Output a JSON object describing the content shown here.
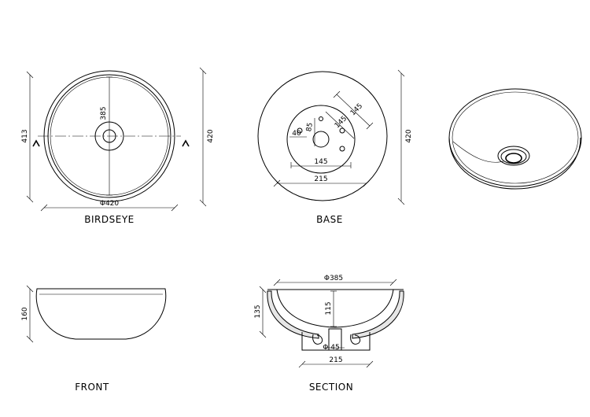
{
  "views": {
    "birdseye": {
      "title": "BIRDSEYE"
    },
    "base": {
      "title": "BASE"
    },
    "front": {
      "title": "FRONT"
    },
    "section": {
      "title": "SECTION"
    }
  },
  "dimensions": {
    "birdseye_width": "Φ420",
    "birdseye_left": "413",
    "birdseye_right": "420",
    "birdseye_inner": "385",
    "base_right": "420",
    "base_215": "215",
    "base_145_bottom": "145",
    "base_145_diag_outer": "145",
    "base_145_diag_inner": "145",
    "base_85": "85",
    "base_40": "40",
    "front_height": "160",
    "section_width": "Φ385",
    "section_height": "135",
    "section_depth": "115",
    "section_drain": "Φ 45",
    "section_base": "215"
  }
}
